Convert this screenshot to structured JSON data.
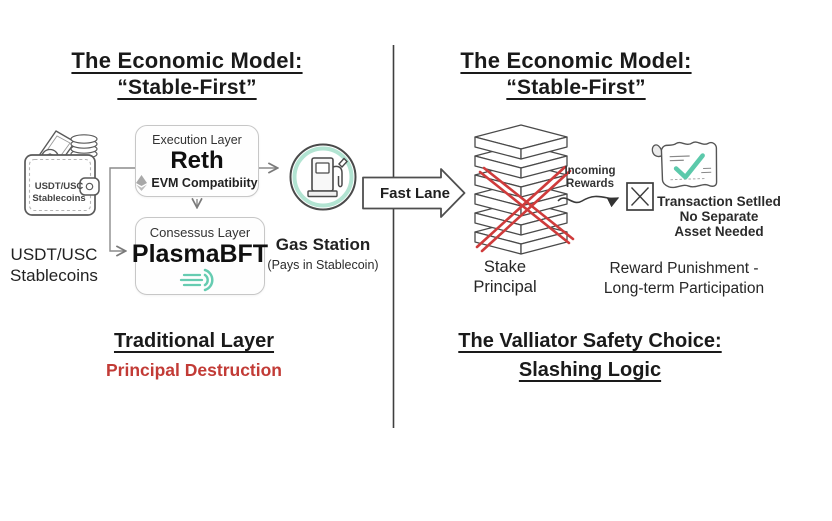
{
  "colors": {
    "red": "#c23b36",
    "teal": "#5cc9ab",
    "mint_ring": "#b2e4d2",
    "ink": "#232323"
  },
  "left": {
    "title_line1": "The Economic Model:",
    "title_line2": "“Stable-First”",
    "wallet_label_line1": "USDT/USC",
    "wallet_label_line2": "Stablecoins",
    "caption_line1": "USDT/USC",
    "caption_line2": "Stablecoins",
    "execution_box": {
      "layer": "Execution Layer",
      "name": "Reth",
      "compat": "EVM Compatibiity"
    },
    "consensus_box": {
      "layer": "Consessus Layer",
      "name": "PlasmaBFT"
    },
    "gas": {
      "label": "Gas Station",
      "sublabel": "(Pays in Stablecoin)"
    },
    "heading": "Traditional Layer",
    "subheading": "Principal Destruction"
  },
  "middle": {
    "fast_lane": "Fast Lane"
  },
  "right": {
    "title_line1": "The Economic Model:",
    "title_line2": "“Stable-First”",
    "stack_label_line1": "Stake",
    "stack_label_line2": "Principal",
    "rewards_line1": "Incoming",
    "rewards_line2": "Rewards",
    "settled_line1": "Transaction Setlled",
    "settled_line2": "No Separate",
    "settled_line3": "Asset Needed",
    "note_line1": "Reward Punishment -",
    "note_line2": "Long-term Participation",
    "heading": "The Valliator Safety Choice:",
    "subheading": "Slashing Logic"
  },
  "icons": {
    "wallet": "wallet-icon",
    "ethereum": "ethereum-icon",
    "plasma": "plasma-icon",
    "fuel_pump": "fuel-pump-icon",
    "receipt_check": "receipt-check-icon",
    "stake_stack": "crossed-stake-stack-icon",
    "fast_lane_arrow": "fast-lane-arrow-icon",
    "rejected_box": "x-box-icon",
    "wavy_arrow": "wavy-arrow-icon"
  }
}
